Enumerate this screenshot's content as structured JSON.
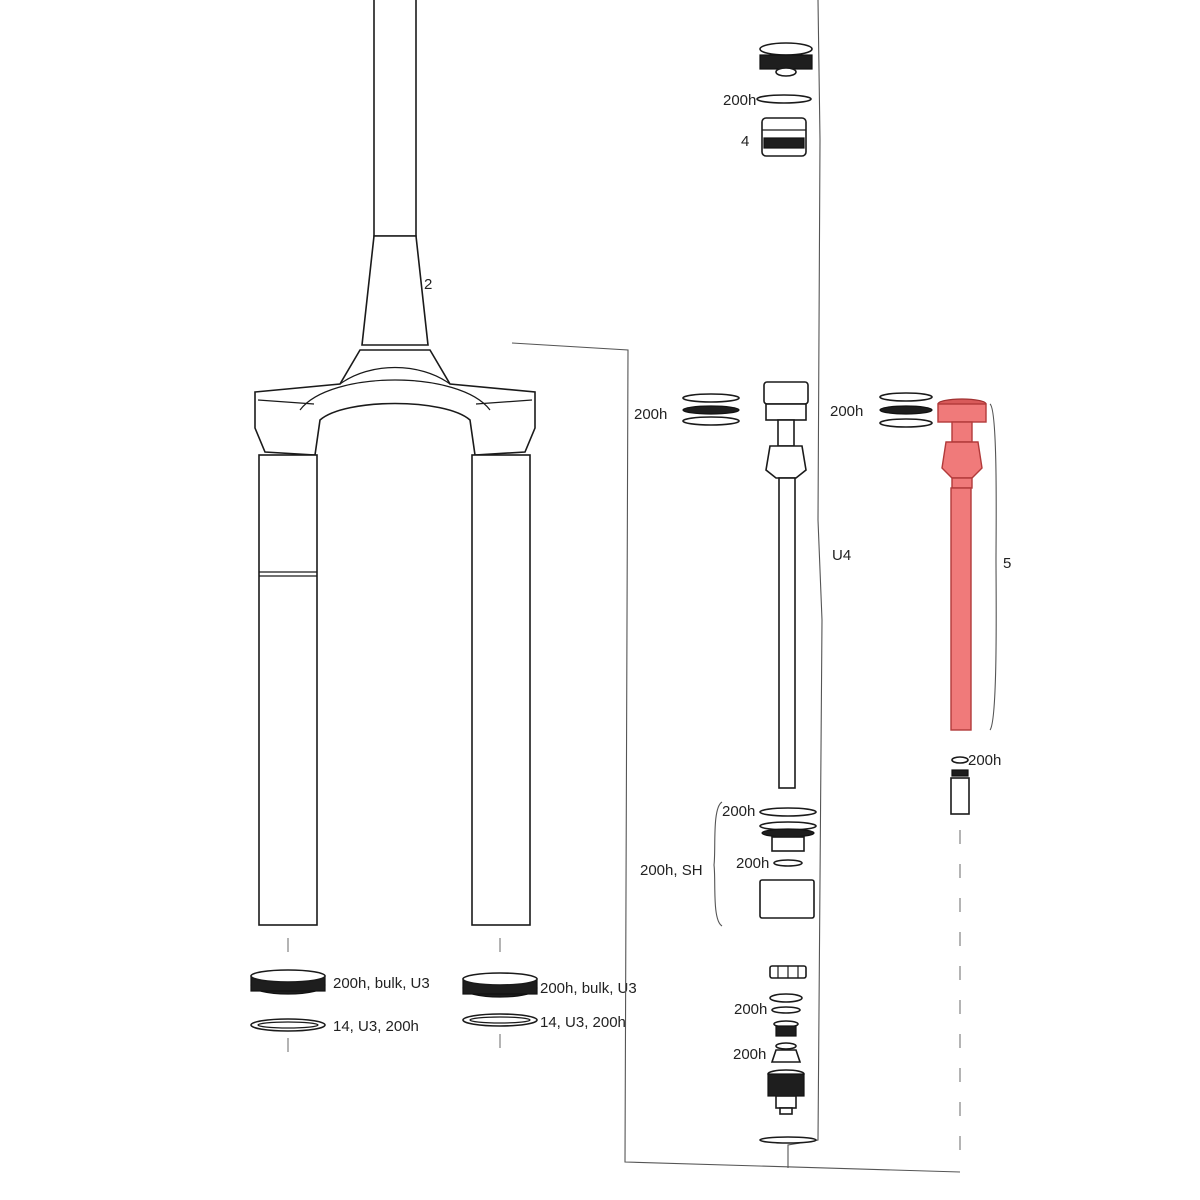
{
  "labels": {
    "crown_steerer": "2",
    "top_cap_oring": "200h",
    "top_cap_adjuster": "4",
    "air_seals_left": "200h",
    "air_shaft": "U4",
    "air_seals_right": "200h",
    "air_spring_assembly": "5",
    "rod_oring": "200h",
    "base_group_brace": "200h, SH",
    "base_oring_top": "200h",
    "base_oring_mid": "200h",
    "bottom_oring_1": "200h",
    "bottom_oring_2": "200h",
    "wiper_left": "200h, bulk, U3",
    "foam_ring_left": "14, U3, 200h",
    "wiper_right": "200h, bulk, U3",
    "foam_ring_right": "14, U3, 200h"
  },
  "colors": {
    "highlight": "#f07a7a",
    "line": "#1a1a1a"
  }
}
